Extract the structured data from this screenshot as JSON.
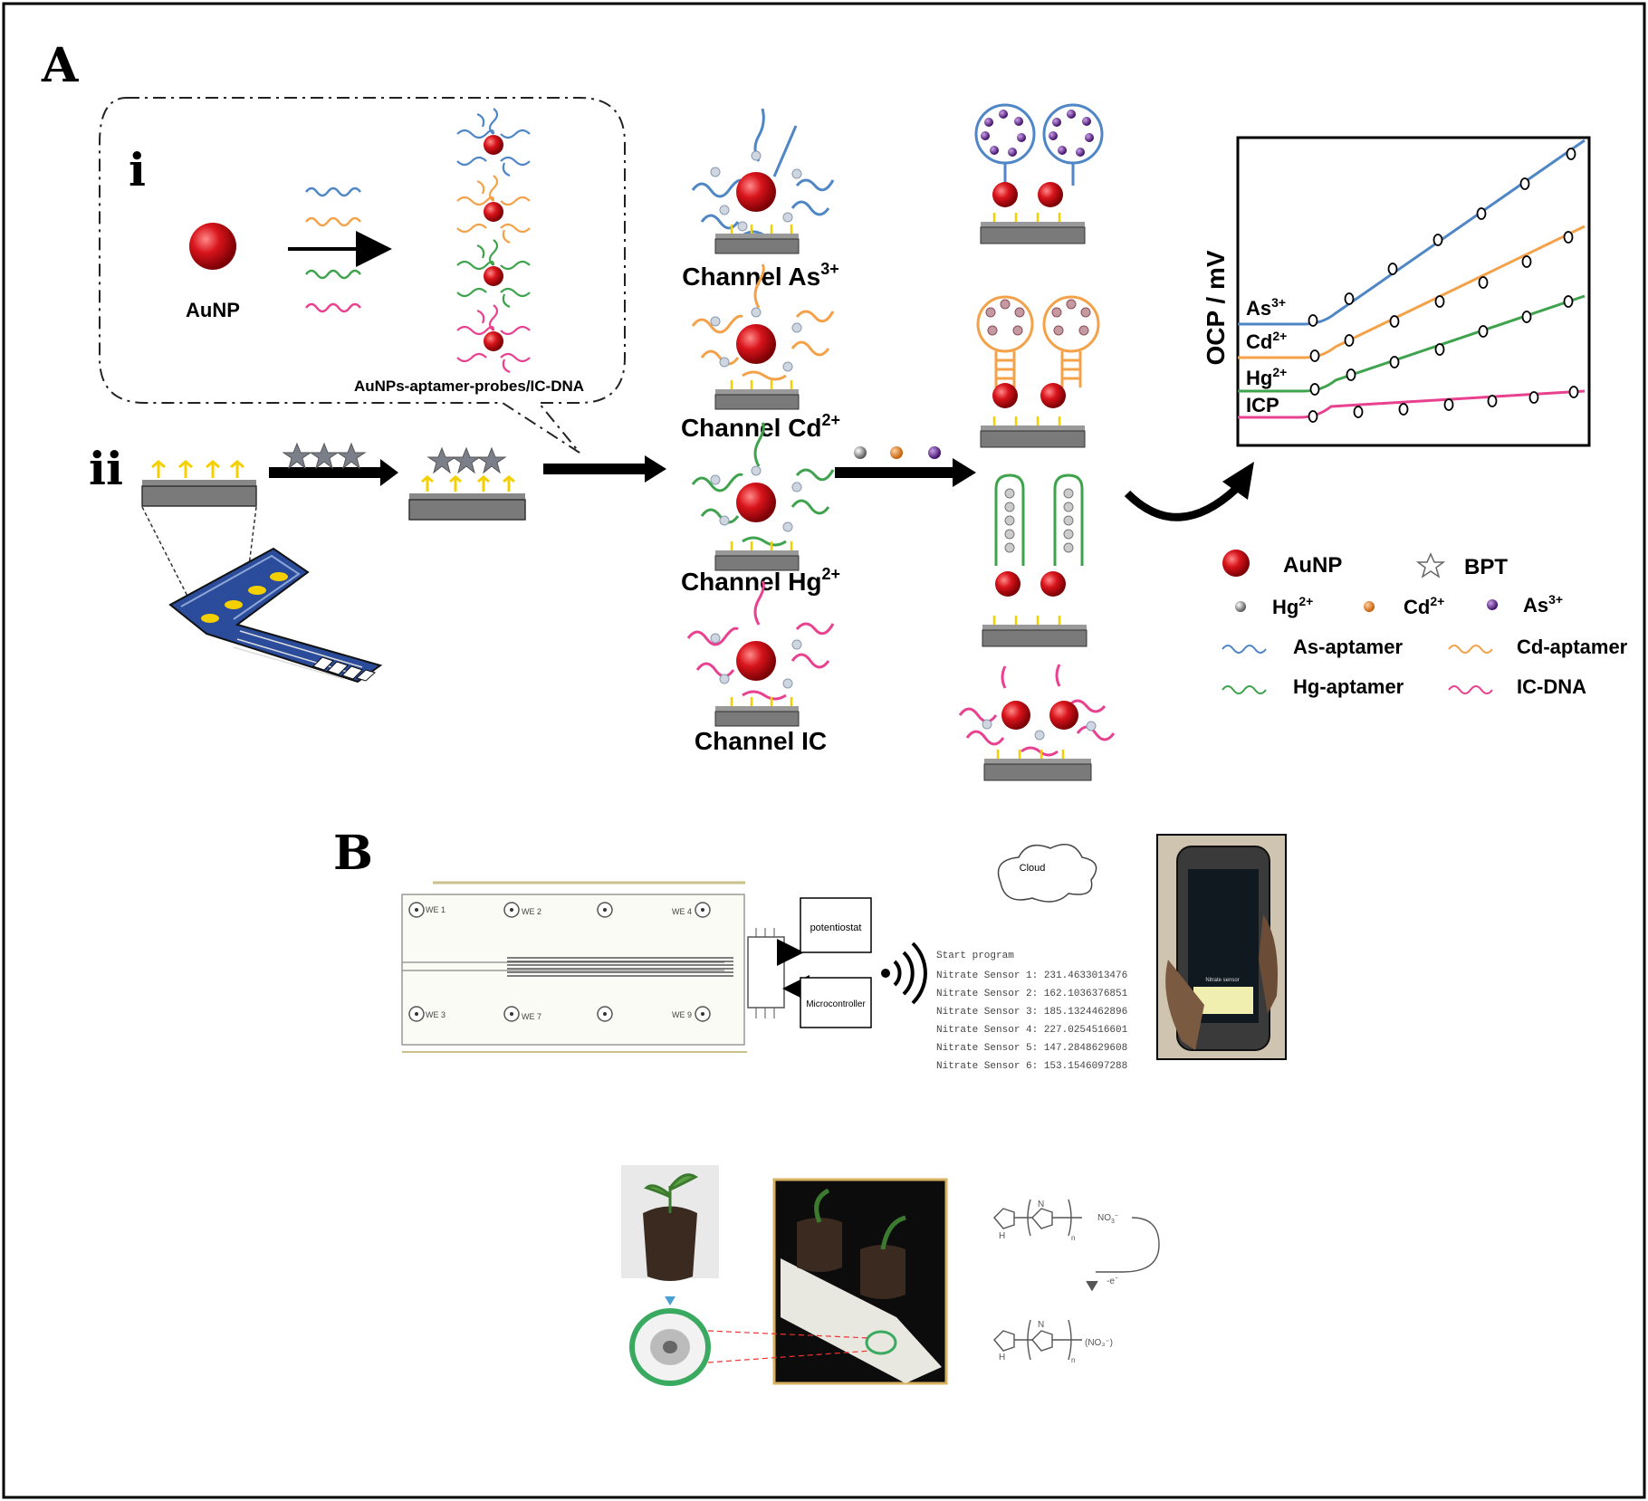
{
  "panelA": {
    "label": "A",
    "sub_i": "i",
    "sub_ii": "ii",
    "auNP_label": "AuNP",
    "probes_caption": "AuNPs-aptamer-probes/IC-DNA",
    "channels": [
      "Channel As",
      "Channel Cd",
      "Channel Hg",
      "Channel IC"
    ],
    "channel_sups": [
      "3+",
      "2+",
      "2+",
      ""
    ]
  },
  "graph": {
    "ylabel": "OCP / mV",
    "curves": [
      {
        "label": "As",
        "sup": "3+",
        "color": "#4f86c6"
      },
      {
        "label": "Cd",
        "sup": "2+",
        "color": "#f4a24a"
      },
      {
        "label": "Hg",
        "sup": "2+",
        "color": "#3fa34d"
      },
      {
        "label": "ICP",
        "sup": "",
        "color": "#e8418f"
      }
    ]
  },
  "legend": {
    "auNP": "AuNP",
    "bpt": "BPT",
    "hg": "Hg",
    "hg_sup": "2+",
    "cd": "Cd",
    "cd_sup": "2+",
    "as": "As",
    "as_sup": "3+",
    "as_aptamer": "As-aptamer",
    "cd_aptamer": "Cd-aptamer",
    "hg_aptamer": "Hg-aptamer",
    "ic_dna": "IC-DNA"
  },
  "colors": {
    "blue": "#4f86c6",
    "orange": "#f4a24a",
    "green": "#3fa34d",
    "pink": "#e8418f",
    "gold": "#f5d000",
    "red": "#d8141b",
    "purple": "#6a2c91"
  },
  "panelB": {
    "label": "B",
    "electrodes_top": [
      "WE 1",
      "WE 2",
      "WE 4"
    ],
    "electrodes_bottom": [
      "WE 3",
      "WE 7",
      "WE 9"
    ],
    "potentiostat": "potentiostat",
    "microcontroller": "Microcontroller",
    "cloud": "Cloud",
    "program_lines": [
      "Start program",
      "Nitrate Sensor 1: 231.4633013476",
      "Nitrate Sensor 2: 162.1036376851",
      "Nitrate Sensor 3: 185.1324462896",
      "Nitrate Sensor 4: 227.0254516601",
      "Nitrate Sensor 5: 147.2848629608",
      "Nitrate Sensor 6: 153.1546097288"
    ],
    "phone_screen_label": "Nitrate sensor",
    "chem_anion": "NO",
    "chem_anion_sub": "3",
    "chem_anion_sup": "−",
    "chem_electron": "-e",
    "chem_electron_sup": "−",
    "chem_counterion": "(NO₃⁻)",
    "chem_n": "n",
    "chem_nh": "H",
    "chem_n_letter": "N"
  }
}
